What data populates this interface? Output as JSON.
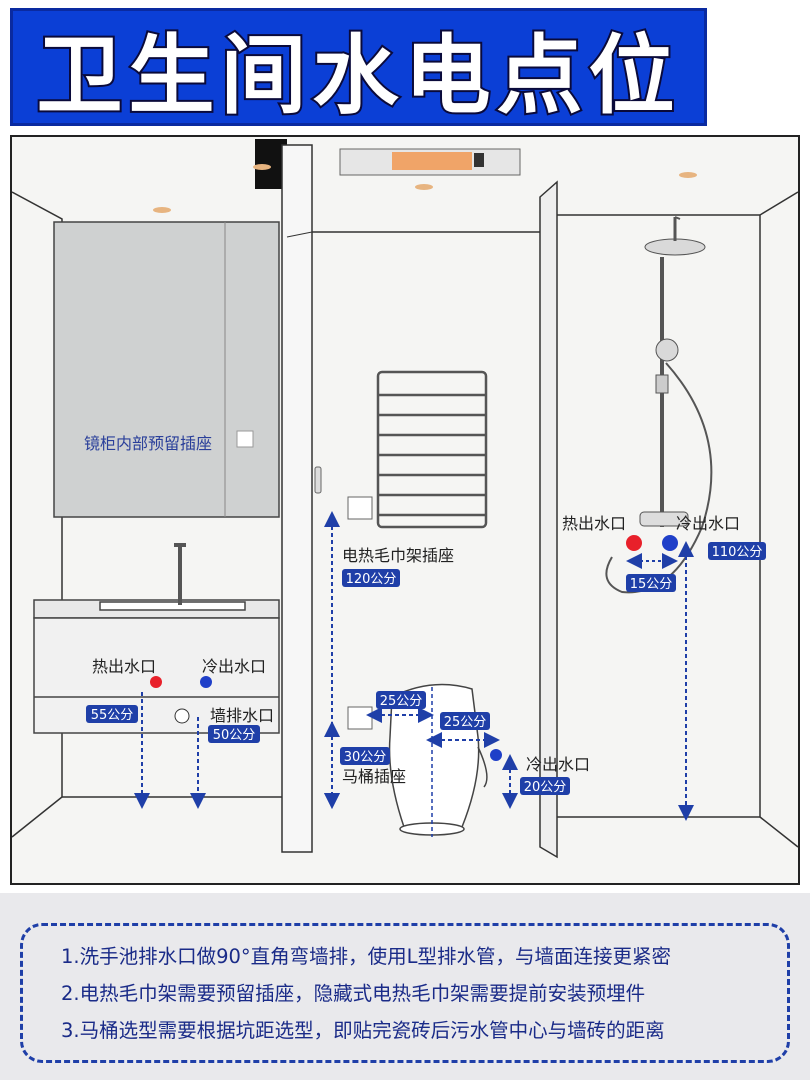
{
  "title": "卫生间水电点位",
  "labels": {
    "mirror_socket": "镜柜内部预留插座",
    "towel_socket": "电热毛巾架插座",
    "towel_height": "120公分",
    "toilet_socket": "马桶插座",
    "toilet_socket_height": "30公分",
    "toilet_socket_offset": "25公分",
    "toilet_inlet_offset": "25公分",
    "toilet_cold": "冷出水口",
    "toilet_cold_height": "20公分",
    "basin_hot": "热出水口",
    "basin_cold": "冷出水口",
    "basin_height": "55公分",
    "wall_drain": "墙排水口",
    "wall_drain_height": "50公分",
    "shower_hot": "热出水口",
    "shower_cold": "冷出水口",
    "shower_height": "110公分",
    "shower_spacing": "15公分"
  },
  "notes": [
    "1.洗手池排水口做90°直角弯墙排，使用L型排水管，与墙面连接更紧密",
    "2.电热毛巾架需要预留插座，隐藏式电热毛巾架需要提前安装预埋件",
    "3.马桶选型需要根据坑距选型，即贴完瓷砖后污水管中心与墙砖的距离"
  ],
  "colors": {
    "banner": "#0b3fd6",
    "label_bg": "#1f3fa8",
    "hot": "#e8202a",
    "cold": "#1f3fc8",
    "note_text": "#1a2b88"
  }
}
